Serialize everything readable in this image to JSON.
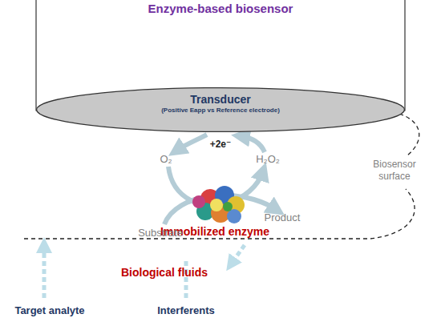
{
  "diagram": {
    "nodes": [
      {
        "text": [
          "Enzyme-based biosensor"
        ]
      },
      {
        "text": [
          "Transducer",
          "(Positive Eapp vs Reference electrode)"
        ],
        "in": 0
      }
    ],
    "labels": [
      "+2e⁻",
      "O₂",
      "H₂O₂",
      "Immobilized enzyme",
      "Substrate",
      "Product",
      "Biosensor surface",
      "Biological fluids",
      "Target analyte",
      "Interferents"
    ]
  }
}
